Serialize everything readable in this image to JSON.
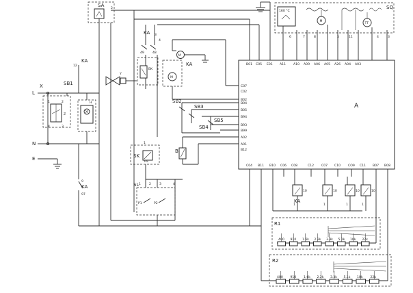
{
  "labels": {
    "SA": "SA",
    "KA_top": "KA",
    "KA_left": "KA",
    "KA_mid": "KA",
    "KA_low": "KA",
    "KA_rel": "KA",
    "X": "X",
    "SB1": "SB1",
    "SB2": "SB2",
    "SB3": "SB3",
    "SB4": "SB4",
    "SB5": "SB5",
    "L": "L",
    "N": "N",
    "E": "E",
    "H": "H",
    "BK": "BK",
    "BK_low": "BK",
    "SK": "SK",
    "RE": "RE",
    "SL": "SL",
    "SQ": "SQ",
    "A": "A",
    "R1": "R1",
    "R2": "R2",
    "M": "M",
    "TT": "TT",
    "Y": "Y",
    "temp": "160 °C",
    "P1": "P1",
    "P2": "P2",
    "Z": "Z"
  },
  "nums": {
    "n12": "12",
    "n9": "9",
    "n10": "10",
    "n97": "97",
    "n2": "2",
    "n3": "3",
    "n4": "4",
    "n1": "1",
    "n49": "49",
    "n48": "48",
    "n5": "5",
    "n6": "6",
    "n7": "7",
    "n8": "8",
    "n11": "11",
    "n3b": "3",
    "n4b": "4",
    "n1b": "1",
    "n2b": "2",
    "n3c": "3",
    "n4c": "4",
    "n1c": "1",
    "n2c": "2",
    "n3d": "3",
    "nL1": "1",
    "nL2": "2",
    "nL3": "3",
    "nL4": "4"
  },
  "pins_top": [
    "B01",
    "C05",
    "E01",
    "A11",
    "A10",
    "A09",
    "A06",
    "A05",
    "A26",
    "A04",
    "A03"
  ],
  "pins_left": [
    "C07",
    "C02",
    "B02",
    "B04",
    "B05",
    "B94",
    "B93",
    "B99",
    "A02",
    "A01",
    "B12"
  ],
  "pins_bottom": [
    "C04",
    "B11",
    "B10",
    "C06",
    "C08",
    "C12",
    "C07",
    "C10",
    "CO9",
    "C11",
    "B07",
    "B08"
  ],
  "relay_nums": [
    "1",
    "1",
    "1",
    "1"
  ],
  "relay_tags": [
    "10",
    "10",
    "10",
    "10"
  ],
  "resistors_R1": [
    "400",
    "910",
    "1.6k",
    "2.2k",
    "3.3k",
    "5.1k",
    "10k",
    "22k"
  ],
  "resistors_R2": [
    "400",
    "910",
    "1.6k",
    "2.2k",
    "3.3k",
    "5.1k",
    "10k",
    "22k"
  ]
}
